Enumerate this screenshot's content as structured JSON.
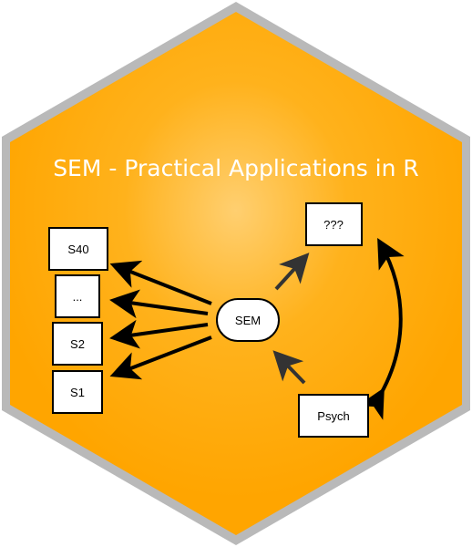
{
  "hex": {
    "title": "SEM - Practical Applications in R",
    "border_color": "#b9b9b9",
    "fill_color": "#ffa500",
    "glow_color": "#ffd27a"
  },
  "diagram": {
    "center_node": "SEM",
    "left_boxes": [
      "S40",
      "...",
      "S2",
      "S1"
    ],
    "top_right_box": "???",
    "bottom_right_box": "Psych"
  }
}
